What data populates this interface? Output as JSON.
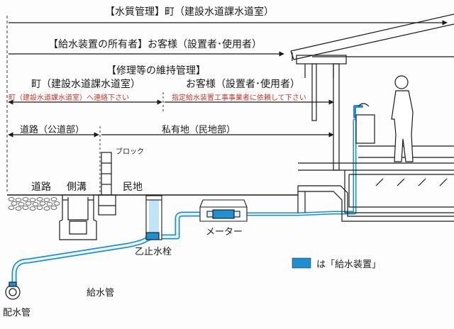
{
  "headers": {
    "water_quality": "【水質管理】町（建設水道課水道室）",
    "owner": "【給水装置の所有者】お客様（設置者･使用者）",
    "maintenance": "【修理等の維持管理】"
  },
  "maintenance": {
    "town": "町（建設水道課水道室）",
    "town_note": "町（建設水道課水道室）へ連絡下さい",
    "customer": "お客様（設置者･使用者）",
    "customer_note": "指定給水装置工事事業者に依頼して下さい"
  },
  "zones": {
    "road_public": "道路（公道部）",
    "private": "私有地（民地部）"
  },
  "labels": {
    "block": "ブロック",
    "road": "道路",
    "gutter": "側溝",
    "private_land": "民地",
    "meter": "メーター",
    "stop_valve": "乙止水栓",
    "service_pipe": "給水管",
    "main_pipe": "配水管"
  },
  "legend": {
    "text": "は「給水装置」",
    "color": "#1f8fd0"
  },
  "colors": {
    "pipe": "#1f8fd0",
    "note_red": "#c0392b",
    "line": "#1a1a1a"
  }
}
